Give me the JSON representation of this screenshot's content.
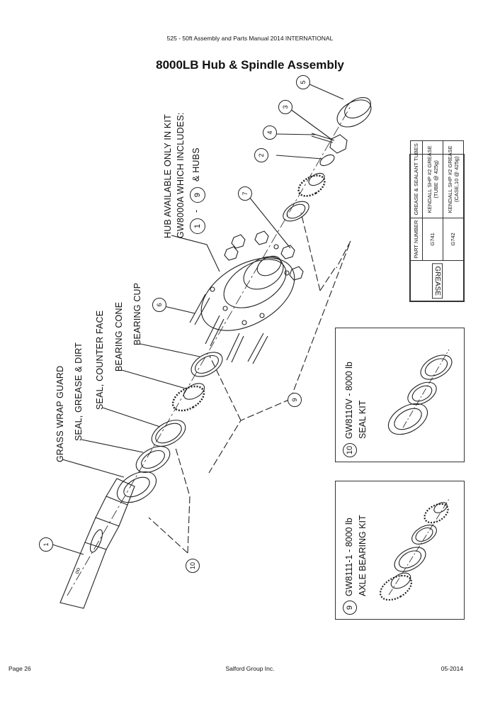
{
  "header": {
    "manual_title": "525 - 50ft Assembly and Parts Manual 2014 INTERNATIONAL"
  },
  "page_title": "8000LB Hub & Spindle Assembly",
  "callouts": {
    "grass_wrap_guard": "GRASS WRAP GUARD",
    "seal_grease_dirt": "SEAL, GREASE & DIRT",
    "seal_counter_face": "SEAL, COUNTER FACE",
    "bearing_cone": "BEARING CONE",
    "bearing_cup": "BEARING CUP",
    "hub_note_line1": "HUB AVAILABLE ONLY IN KIT",
    "hub_note_line2": "GW8000A WHICH INCLUDES:",
    "hub_note_from": "1",
    "hub_note_dash": "-",
    "hub_note_to": "9",
    "hub_note_tail": "& HUBS"
  },
  "balloons": [
    "1",
    "2",
    "3",
    "4",
    "5",
    "6",
    "7",
    "9",
    "10"
  ],
  "grease_table": {
    "icon_label": "GREASE",
    "col_part_number": "PART NUMBER",
    "col_description": "GREASE & SEALANT TUBES",
    "rows": [
      {
        "part": "G741",
        "desc_line1": "KENDALL SHP #2 GREASE",
        "desc_line2": "(TUBE @ 425g)"
      },
      {
        "part": "G742",
        "desc_line1": "KENDALL SHP #2 GREASE",
        "desc_line2": "(CASE,10 @ 425g)"
      }
    ]
  },
  "seal_kit": {
    "number": "10",
    "line1": "GW8110V - 8000 lb",
    "line2": "SEAL KIT"
  },
  "bearing_kit": {
    "number": "9",
    "line1": "GW8111-1 - 8000 lb",
    "line2": "AXLE BEARING KIT"
  },
  "footer": {
    "page": "Page 26",
    "company": "Salford Group Inc.",
    "date": "05-2014"
  }
}
